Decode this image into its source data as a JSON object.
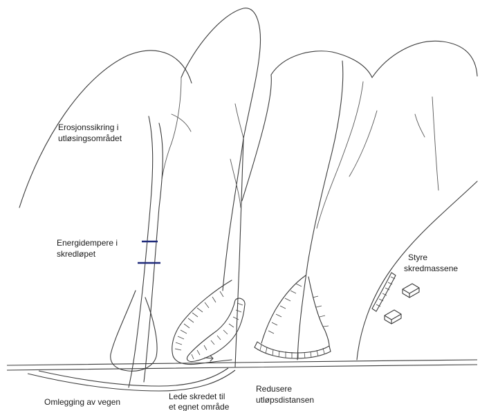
{
  "labels": {
    "erosion": [
      "Erosjonssikring i",
      "utløsingsområdet"
    ],
    "energy": [
      "Energidempere i",
      "skredløpet"
    ],
    "steer": [
      "Styre",
      "skredmassene"
    ],
    "reroute": "Omlegging av vegen",
    "lead": [
      "Lede skredet til",
      "et egnet område"
    ],
    "reduce": [
      "Redusere",
      "utløpsdistansen"
    ]
  },
  "colors": {
    "ink": "#3a3a3a",
    "damper": "#1f2a7a"
  }
}
